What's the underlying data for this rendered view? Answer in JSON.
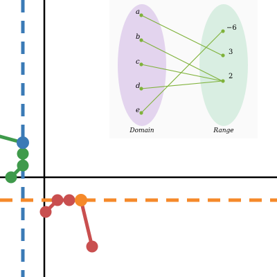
{
  "mapping_diagram": {
    "domain": {
      "label": "Domain",
      "items": [
        "a",
        "b",
        "c",
        "d",
        "e"
      ],
      "fill": "#e3d4ee"
    },
    "range": {
      "label": "Range",
      "items": [
        "−6",
        "3",
        "2"
      ],
      "fill": "#d9eee2"
    },
    "arrows": [
      {
        "from": "a",
        "to": "3"
      },
      {
        "from": "b",
        "to": "2"
      },
      {
        "from": "c",
        "to": "2"
      },
      {
        "from": "d",
        "to": "2"
      },
      {
        "from": "e",
        "to": "−6"
      }
    ],
    "arrow_color": "#7fb23a"
  },
  "plot": {
    "axes_color": "#000000",
    "vertical_asymptote_color": "#3a7ab6",
    "horizontal_asymptote_color": "#f5892a",
    "series": [
      {
        "color": "#3f9a4b",
        "points": 4
      },
      {
        "color": "#3a7ab6",
        "points": 1
      },
      {
        "color": "#c94f4f",
        "points": 4
      },
      {
        "color": "#f5892a",
        "points": 1
      }
    ]
  }
}
